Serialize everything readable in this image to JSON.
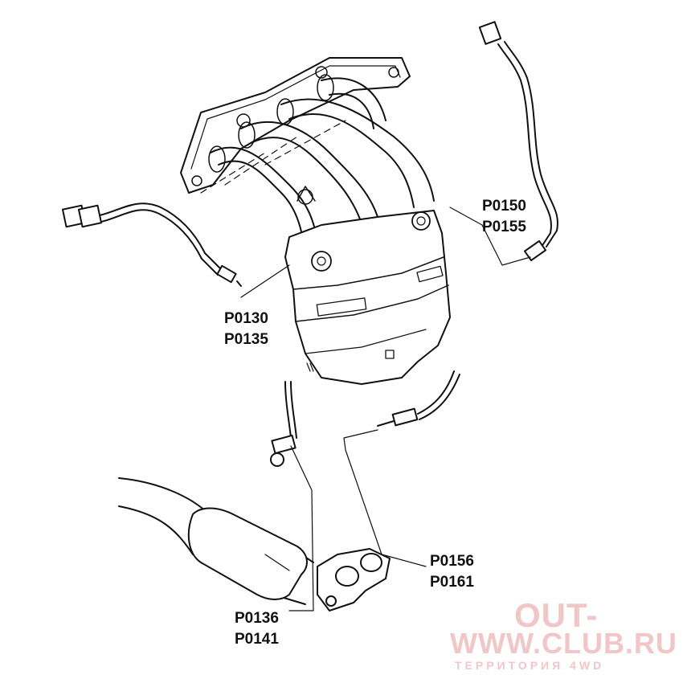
{
  "labels": {
    "upstream_bank1": {
      "line1": "P0130",
      "line2": "P0135"
    },
    "upstream_bank2": {
      "line1": "P0150",
      "line2": "P0155"
    },
    "downstream_rear": {
      "line1": "P0156",
      "line2": "P0161"
    },
    "downstream_front": {
      "line1": "P0136",
      "line2": "P0141"
    }
  },
  "watermark": {
    "line1": "OUT-",
    "line2": "WWW.CLUB.RU",
    "line3": "ТЕРРИТОРИЯ 4WD",
    "color": "#f2c6c6"
  },
  "colors": {
    "ink": "#111111",
    "background": "#ffffff"
  }
}
